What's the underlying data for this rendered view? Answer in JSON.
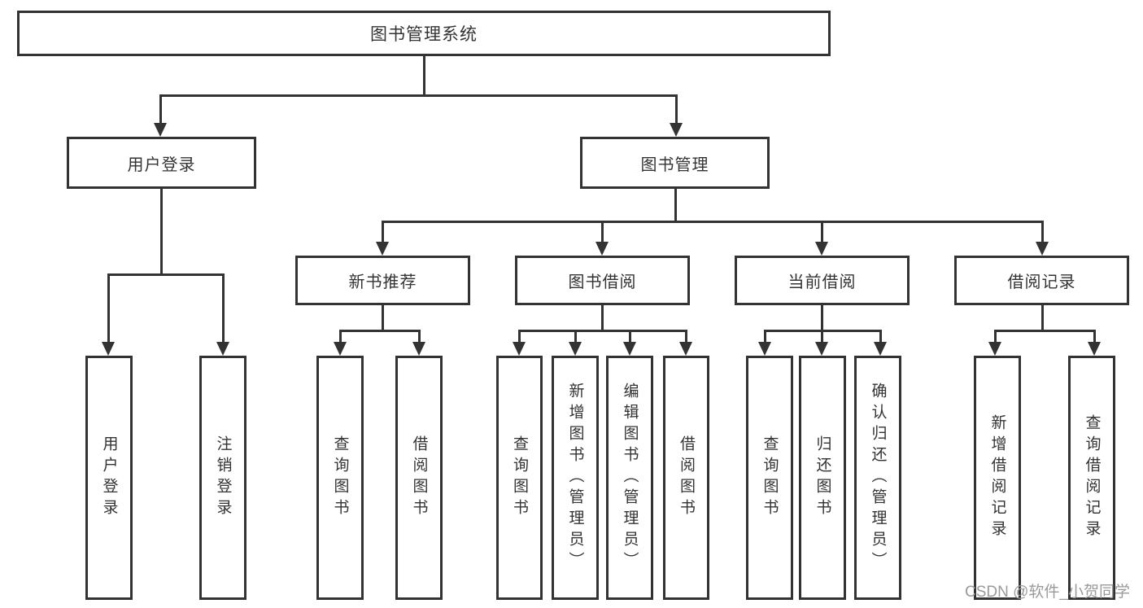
{
  "diagram": {
    "watermark": "CSDN @软件_小贺同学",
    "colors": {
      "line": "#333333",
      "box_background": "#ffffff",
      "text": "#333333",
      "watermark": "#9a9a9a"
    },
    "nodes": [
      {
        "id": "root",
        "label": "图书管理系统"
      },
      {
        "id": "user-login",
        "label": "用户登录"
      },
      {
        "id": "book-management",
        "label": "图书管理"
      },
      {
        "id": "new-book-recommend",
        "label": "新书推荐"
      },
      {
        "id": "book-borrowing",
        "label": "图书借阅"
      },
      {
        "id": "current-borrowing",
        "label": "当前借阅"
      },
      {
        "id": "borrowing-records",
        "label": "借阅记录"
      },
      {
        "id": "leaf-user-login",
        "label": "用户登录"
      },
      {
        "id": "leaf-logout",
        "label": "注销登录"
      },
      {
        "id": "leaf-query-books-recommend",
        "label": "查询图书"
      },
      {
        "id": "leaf-borrow-books-recommend",
        "label": "借阅图书"
      },
      {
        "id": "leaf-query-books-borrowing",
        "label": "查询图书"
      },
      {
        "id": "leaf-add-books-admin",
        "label": "新增图书（管理员）"
      },
      {
        "id": "leaf-edit-books-admin",
        "label": "编辑图书（管理员）"
      },
      {
        "id": "leaf-borrow-books-borrowing",
        "label": "借阅图书"
      },
      {
        "id": "leaf-query-books-current",
        "label": "查询图书"
      },
      {
        "id": "leaf-return-books",
        "label": "归还图书"
      },
      {
        "id": "leaf-confirm-return-admin",
        "label": "确认归还（管理员）"
      },
      {
        "id": "leaf-add-borrow-record",
        "label": "新增借阅记录"
      },
      {
        "id": "leaf-query-borrow-record",
        "label": "查询借阅记录"
      }
    ],
    "edges": [
      [
        "root",
        "user-login"
      ],
      [
        "root",
        "book-management"
      ],
      [
        "user-login",
        "leaf-user-login"
      ],
      [
        "user-login",
        "leaf-logout"
      ],
      [
        "book-management",
        "new-book-recommend"
      ],
      [
        "book-management",
        "book-borrowing"
      ],
      [
        "book-management",
        "current-borrowing"
      ],
      [
        "book-management",
        "borrowing-records"
      ],
      [
        "new-book-recommend",
        "leaf-query-books-recommend"
      ],
      [
        "new-book-recommend",
        "leaf-borrow-books-recommend"
      ],
      [
        "book-borrowing",
        "leaf-query-books-borrowing"
      ],
      [
        "book-borrowing",
        "leaf-add-books-admin"
      ],
      [
        "book-borrowing",
        "leaf-edit-books-admin"
      ],
      [
        "book-borrowing",
        "leaf-borrow-books-borrowing"
      ],
      [
        "current-borrowing",
        "leaf-query-books-current"
      ],
      [
        "current-borrowing",
        "leaf-return-books"
      ],
      [
        "current-borrowing",
        "leaf-confirm-return-admin"
      ],
      [
        "borrowing-records",
        "leaf-add-borrow-record"
      ],
      [
        "borrowing-records",
        "leaf-query-borrow-record"
      ]
    ]
  }
}
